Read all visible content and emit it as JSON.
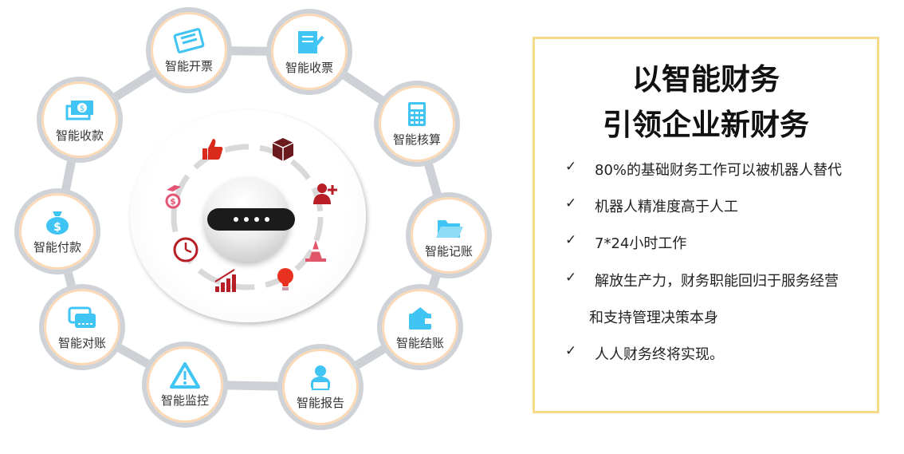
{
  "nodes": [
    {
      "label": "智能开票",
      "icon": "newspaper-icon"
    },
    {
      "label": "智能收票",
      "icon": "notebook-pen-icon"
    },
    {
      "label": "智能核算",
      "icon": "calculator-icon"
    },
    {
      "label": "智能记账",
      "icon": "folder-icon"
    },
    {
      "label": "智能结账",
      "icon": "wallet-icon"
    },
    {
      "label": "智能报告",
      "icon": "person-laptop-icon"
    },
    {
      "label": "智能监控",
      "icon": "warning-icon"
    },
    {
      "label": "智能对账",
      "icon": "cards-icon"
    },
    {
      "label": "智能付款",
      "icon": "money-bag-icon"
    },
    {
      "label": "智能收款",
      "icon": "cash-icon"
    }
  ],
  "center_icons": [
    "thumbs-up-icon",
    "box-icon",
    "add-user-icon",
    "traffic-cone-icon",
    "lightbulb-icon",
    "growth-chart-icon",
    "clock-icon",
    "money-hand-icon"
  ],
  "colors": {
    "node_icon": "#40c4f3",
    "center_icon": "#b81e25",
    "panel_border": "#f6d98a"
  },
  "panel": {
    "title_line1": "以智能财务",
    "title_line2": "引领企业新财务",
    "check": "✓",
    "bullets": [
      "80%的基础财务工作可以被机器人替代",
      "机器人精准度高于人工",
      "7*24小时工作",
      "解放生产力，财务职能回归于服务经营",
      "人人财务终将实现。"
    ],
    "bullet4_cont": "和支持管理决策本身"
  }
}
